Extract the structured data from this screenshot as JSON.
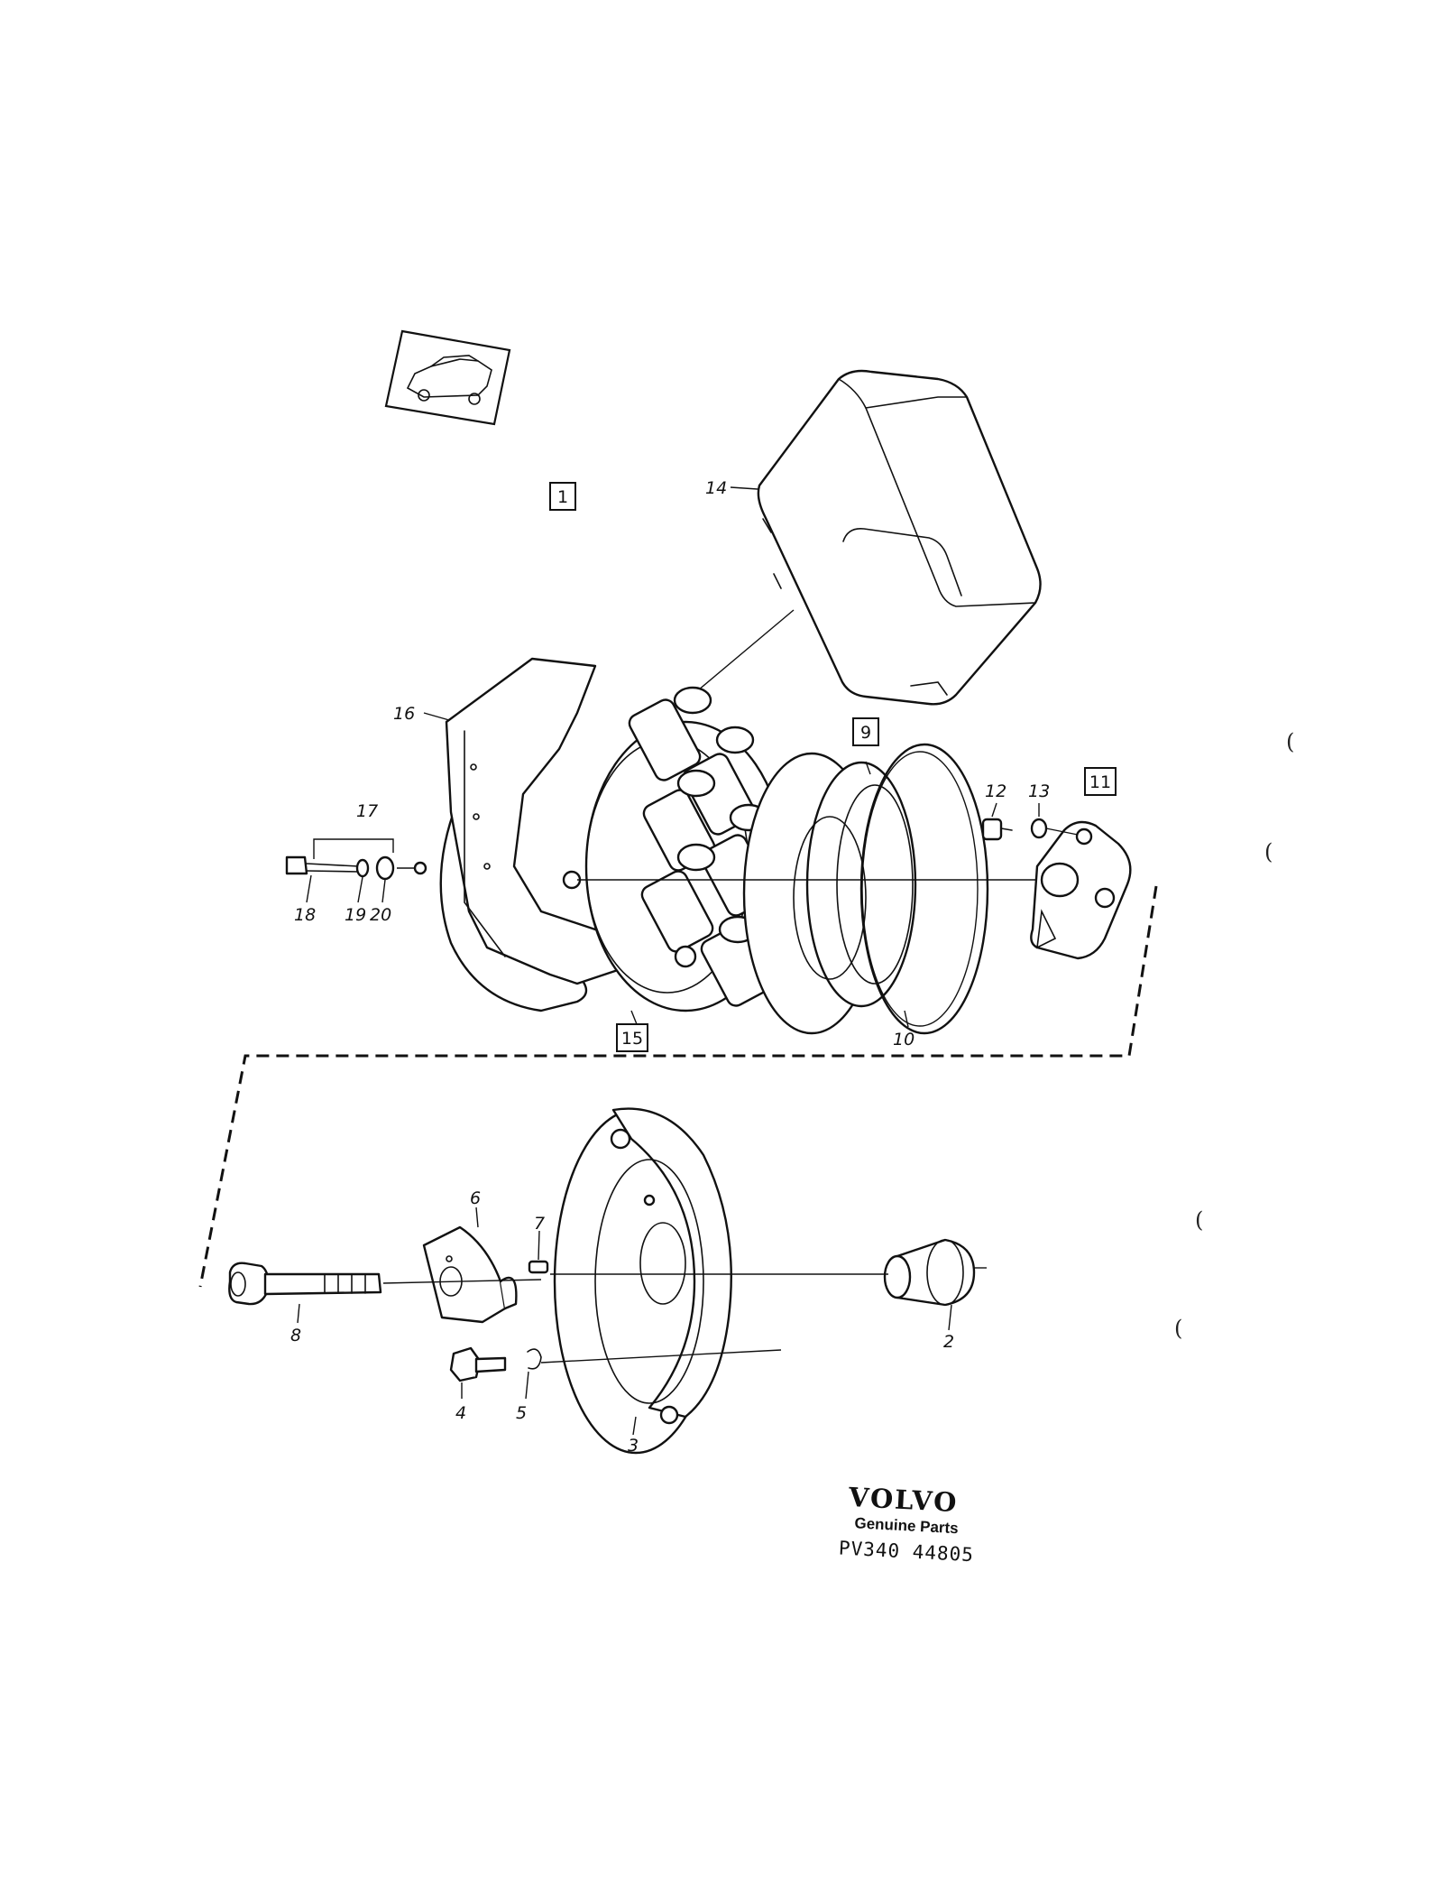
{
  "callouts": {
    "c2": "2",
    "c3": "3",
    "c4": "4",
    "c5": "5",
    "c6": "6",
    "c7": "7",
    "c8": "8",
    "c10": "10",
    "c12": "12",
    "c13": "13",
    "c14": "14",
    "c16": "16",
    "c17": "17",
    "c18": "18",
    "c19": "19",
    "c20": "20"
  },
  "boxed_callouts": {
    "b1": "1",
    "b9": "9",
    "b11": "11",
    "b15": "15"
  },
  "branding": {
    "brand": "VOLVO",
    "tagline": "Genuine Parts",
    "code": "PV340 44805"
  },
  "margin_marks": [
    "(",
    "(",
    "(",
    "("
  ]
}
